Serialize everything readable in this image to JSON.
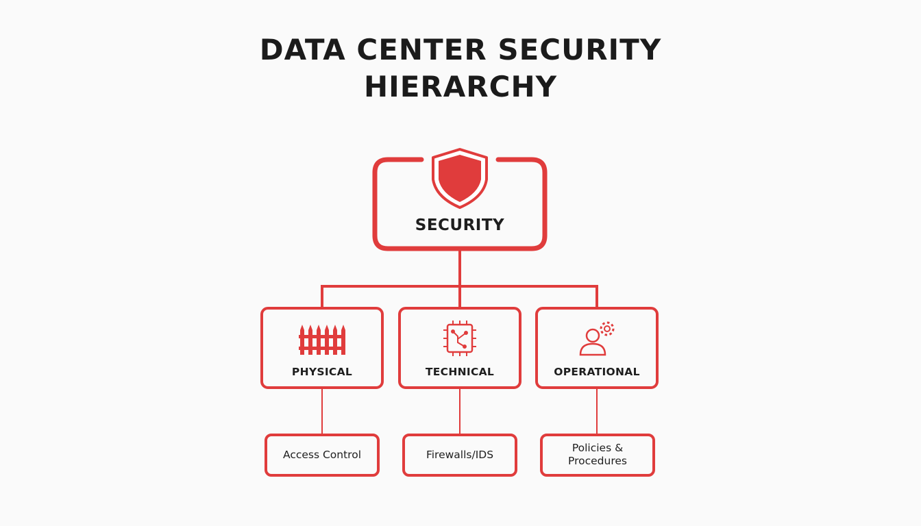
{
  "title": {
    "line1": "DATA CENTER SECURITY",
    "line2": "HIERARCHY"
  },
  "colors": {
    "accent": "#e03c3c",
    "text": "#1b1b1b",
    "background": "#fafafa"
  },
  "root": {
    "label": "SECURITY",
    "icon": "shield-icon"
  },
  "categories": [
    {
      "label": "PHYSICAL",
      "icon": "fence-icon",
      "child": "Access Control"
    },
    {
      "label": "TECHNICAL",
      "icon": "chip-icon",
      "child": "Firewalls/IDS"
    },
    {
      "label": "OPERATIONAL",
      "icon": "user-gear-icon",
      "child": "Policies & Procedures"
    }
  ]
}
